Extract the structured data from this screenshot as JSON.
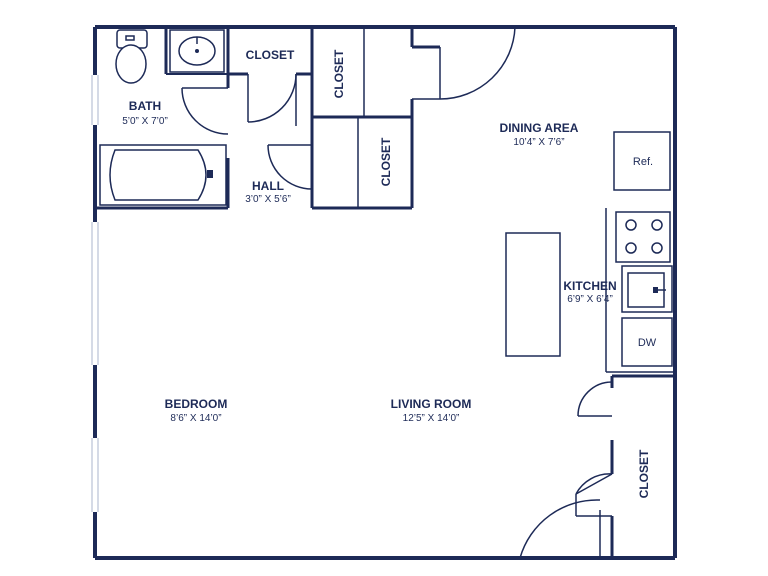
{
  "plan": {
    "bath": {
      "name": "BATH",
      "dims": "5’0” X 7’0”"
    },
    "hall": {
      "name": "HALL",
      "dims": "3’0” X 5’6”"
    },
    "dining": {
      "name": "DINING AREA",
      "dims": "10’4” X 7’6”"
    },
    "kitchen": {
      "name": "KITCHEN",
      "dims": "6’9” X 6’4”"
    },
    "bedroom": {
      "name": "BEDROOM",
      "dims": "8’6” X 14’0”"
    },
    "living": {
      "name": "LIVING ROOM",
      "dims": "12’5” X 14’0”"
    },
    "closets": {
      "top": "CLOSET",
      "upper_vertical": "CLOSET",
      "lower_vertical": "CLOSET",
      "right": "CLOSET"
    },
    "appliances": {
      "fridge": "Ref.",
      "dishwasher": "DW"
    }
  }
}
